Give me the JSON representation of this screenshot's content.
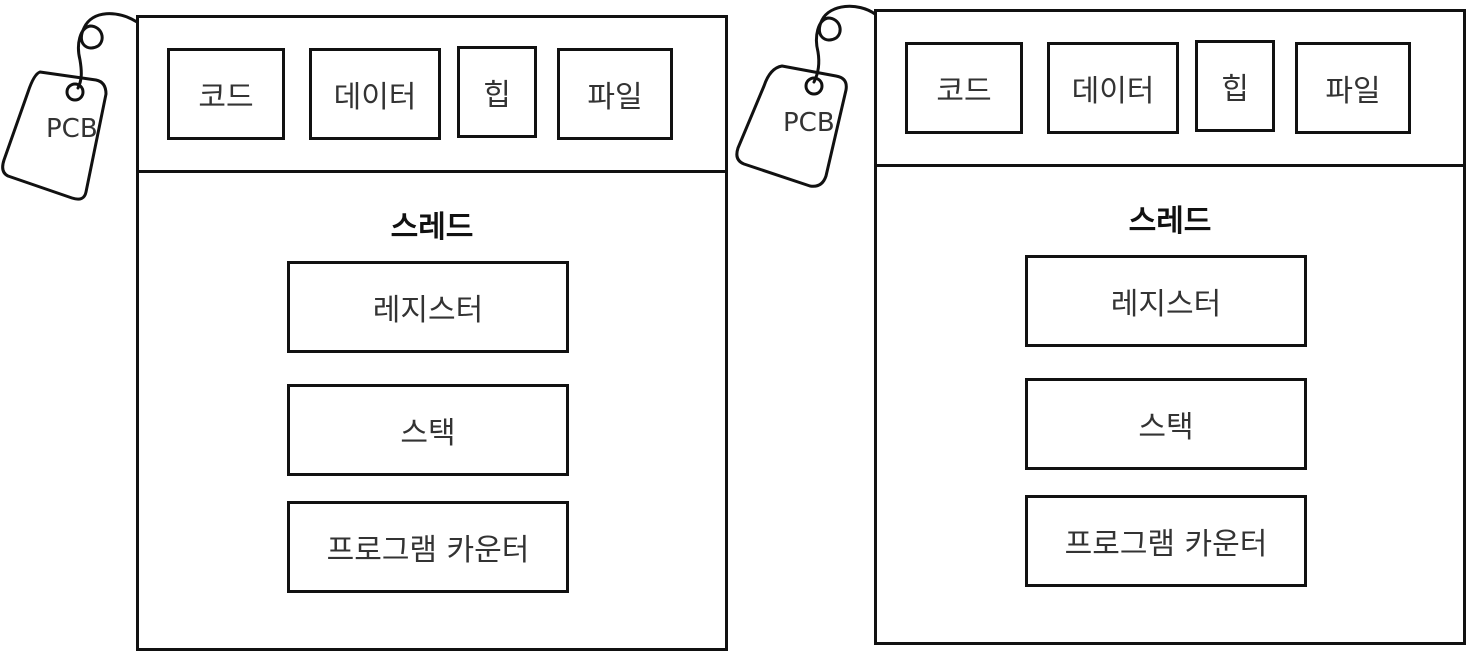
{
  "processes": [
    {
      "tag": "PCB",
      "resources": {
        "code": "코드",
        "data": "데이터",
        "heap": "힙",
        "file": "파일"
      },
      "thread": {
        "title": "스레드",
        "register": "레지스터",
        "stack": "스택",
        "program_counter": "프로그램 카운터"
      }
    },
    {
      "tag": "PCB",
      "resources": {
        "code": "코드",
        "data": "데이터",
        "heap": "힙",
        "file": "파일"
      },
      "thread": {
        "title": "스레드",
        "register": "레지스터",
        "stack": "스택",
        "program_counter": "프로그램 카운터"
      }
    }
  ]
}
